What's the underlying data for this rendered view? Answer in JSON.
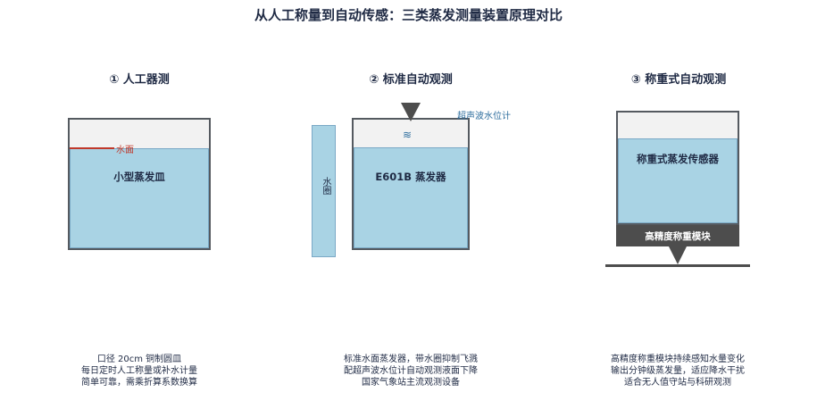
{
  "title": "从人工称量到自动传感：三类蒸发测量装置原理对比",
  "panels": [
    {
      "title": "① 人工器测",
      "water_surface_label": "水面",
      "vessel_label": "小型蒸发皿",
      "description": [
        "口径 20cm 铜制圆皿",
        "每日定时人工称量或补水计量",
        "简单可靠，需乘折算系数换算"
      ]
    },
    {
      "title": "② 标准自动观测",
      "ring_label": "水圈",
      "sensor_label": "超声波水位计",
      "wave_symbol": "≋",
      "vessel_label": "E601B 蒸发器",
      "description": [
        "标准水面蒸发器，带水圈抑制飞溅",
        "配超声波水位计自动观测液面下降",
        "国家气象站主流观测设备"
      ]
    },
    {
      "title": "③ 称重式自动观测",
      "vessel_label": "称重式蒸发传感器",
      "module_label": "高精度称重模块",
      "description": [
        "高精度称重模块持续感知水量变化",
        "输出分钟级蒸发量，适应降水干扰",
        "适合无人值守站与科研观测"
      ]
    }
  ],
  "colors": {
    "water": "#a9d3e4",
    "frame": "#555a60",
    "surface_line": "#c0392b",
    "module": "#4d4d4d",
    "sensor_text": "#2e6e9e"
  }
}
